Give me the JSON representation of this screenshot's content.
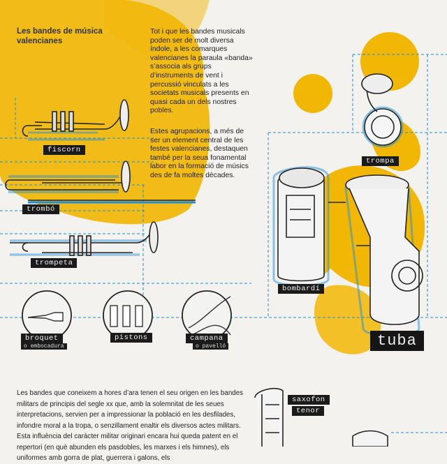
{
  "title": "Les bandes de música valencianes",
  "intro": {
    "p1": "Tot i que les bandes musicals poden ser de molt diversa índole, a les comarques valencianes la paraula «banda» s’associa als grups d’instruments de vent i percussió vinculats a les societats musicals presents en quasi cada un dels nostres pobles.",
    "p2": "Estes agrupacions, a més de ser un element central de les festes valencianes, destaquen també per la seua fonamental labor en la formació de músics des de fa moltes dècades."
  },
  "instruments": {
    "fiscorn": "fiscorn",
    "trombo": "trombó",
    "trompeta": "trompeta",
    "trompa": "trompa",
    "bombardi": "bombardí",
    "tuba": "tuba",
    "saxofon_line1": "saxofon",
    "saxofon_line2": "tenor"
  },
  "parts": {
    "broquet": "broquet",
    "broquet_sub": "o embocadura",
    "pistons": "pistons",
    "campana": "campana",
    "campana_sub": "o pavelló"
  },
  "bottom_text": "Les bandes que coneixem a hores d’ara tenen el seu origen en les bandes militars de principis del segle xx que, amb la solemnitat de les seues interpretacions, servien per a impressionar la població en les desfilades, infondre moral a la tropa, o senzillament enaltir els diversos actes militars. Esta influència del caràcter militar originari encara hui queda patent en el repertori (en què abunden els pasdobles, les marxes i els himnes), els uniformes amb gorra de plat, guerrera i galons, els",
  "colors": {
    "accent": "#f2b705",
    "outline": "#1e8fd6",
    "ink": "#1b1b1b"
  }
}
